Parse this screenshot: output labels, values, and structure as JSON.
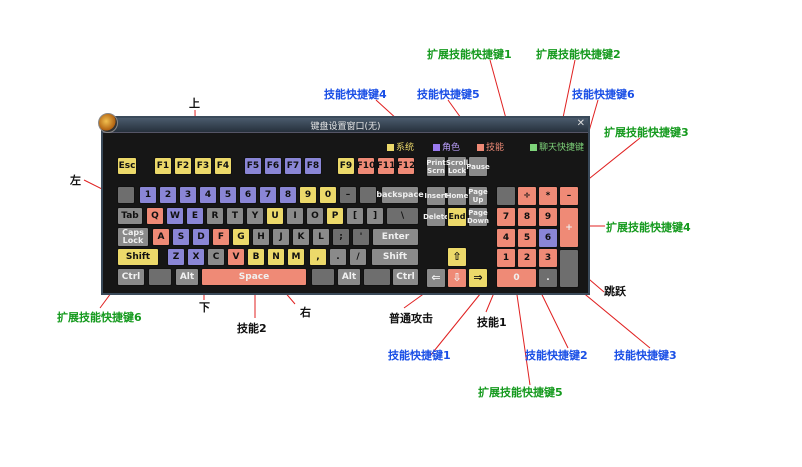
{
  "window": {
    "title": "键盘设置窗口(无)",
    "close": "✕"
  },
  "legend": [
    {
      "label": "系统",
      "color": "#ecd96a"
    },
    {
      "label": "角色",
      "color": "#9a7af0"
    },
    {
      "label": "技能",
      "color": "#ef8a76"
    },
    {
      "label": "聊天快捷键",
      "color": "#7ed47a"
    }
  ],
  "keys": {
    "esc": "Esc",
    "f1": "F1",
    "f2": "F2",
    "f3": "F3",
    "f4": "F4",
    "f5": "F5",
    "f6": "F6",
    "f7": "F7",
    "f8": "F8",
    "f9": "F9",
    "f10": "F10",
    "f11": "F11",
    "f12": "F12",
    "prtscn": "Print\nScrn",
    "scroll": "Scroll\nLock",
    "pause": "Pause",
    "n1": "1",
    "n2": "2",
    "n3": "3",
    "n4": "4",
    "n5": "5",
    "n6": "6",
    "n7": "7",
    "n8": "8",
    "n9": "9",
    "n0": "0",
    "minus": "–",
    "backspace": "backspace",
    "insert": "Insert",
    "home": "Home",
    "pgup": "Page\nUp",
    "num_div": "÷",
    "num_mul": "*",
    "num_sub": "–",
    "tab": "Tab",
    "q": "Q",
    "w": "W",
    "e": "E",
    "r": "R",
    "t": "T",
    "y": "Y",
    "u": "U",
    "i": "I",
    "o": "O",
    "p": "P",
    "lbr": "[",
    "rbr": "]",
    "bslash": "\\",
    "delete": "Delete",
    "end": "End",
    "pgdn": "Page\nDown",
    "num7": "7",
    "num8": "8",
    "num9": "9",
    "num_add": "+",
    "caps": "Caps\nLock",
    "a": "A",
    "s": "S",
    "d": "D",
    "f": "F",
    "g": "G",
    "h": "H",
    "j": "J",
    "k": "K",
    "l": "L",
    "semi": ";",
    "quote": "'",
    "enter": "Enter",
    "num4": "4",
    "num5": "5",
    "num6": "6",
    "lshift": "Shift",
    "z": "Z",
    "x": "X",
    "c": "C",
    "v": "V",
    "b": "B",
    "n": "N",
    "m": "M",
    "comma": ",",
    "period": ".",
    "slash": "/",
    "rshift": "Shift",
    "up": "⇧",
    "num1": "1",
    "num2": "2",
    "num3": "3",
    "lctrl": "Ctrl",
    "lalt": "Alt",
    "space": "Space",
    "ralt": "Alt",
    "rctrl": "Ctrl",
    "left": "⇐",
    "down": "⇩",
    "right": "⇒",
    "num0": "0",
    "num_dot": "."
  },
  "annotations": {
    "ext1": "扩展技能快捷键1",
    "ext2": "扩展技能快捷键2",
    "ext3": "扩展技能快捷键3",
    "ext4": "扩展技能快捷键4",
    "ext5": "扩展技能快捷键5",
    "ext6": "扩展技能快捷键6",
    "sk1": "技能快捷键1",
    "sk2": "技能快捷键2",
    "sk3": "技能快捷键3",
    "sk4": "技能快捷键4",
    "sk5": "技能快捷键5",
    "sk6": "技能快捷键6",
    "up": "上",
    "down": "下",
    "left": "左",
    "right": "右",
    "skill1": "技能1",
    "skill2": "技能2",
    "attack": "普通攻击",
    "jump": "跳跃"
  }
}
